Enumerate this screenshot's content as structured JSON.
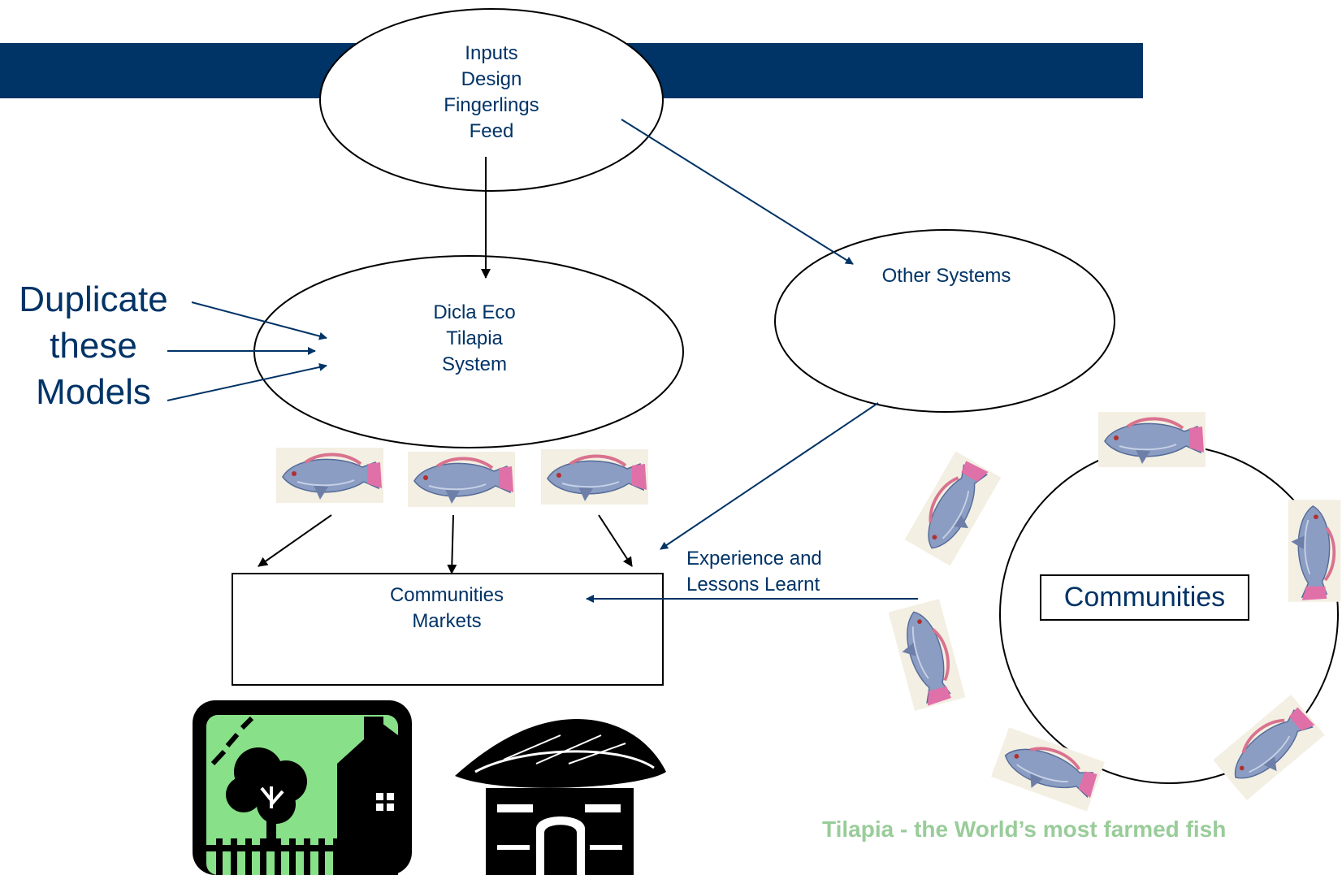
{
  "inputs": {
    "lines": [
      "Inputs",
      "Design",
      "Fingerlings",
      "Feed"
    ]
  },
  "dicla": {
    "lines": [
      "Dicla Eco",
      "Tilapia",
      "System"
    ]
  },
  "other": {
    "label": "Other Systems"
  },
  "markets": {
    "lines": [
      "Communities",
      "Markets"
    ]
  },
  "experience": {
    "lines": [
      "Experience and",
      "Lessons Learnt"
    ]
  },
  "duplicate": {
    "lines": [
      "Duplicate",
      "these",
      "Models"
    ]
  },
  "communities": {
    "label": "Communities"
  },
  "caption": "Tilapia - the World’s most farmed fish",
  "colors": {
    "navy": "#003366",
    "caption_green": "#99cc99",
    "fence_green": "#88e088"
  },
  "icons": [
    "fish-icon",
    "village-house-icon",
    "hut-icon"
  ]
}
